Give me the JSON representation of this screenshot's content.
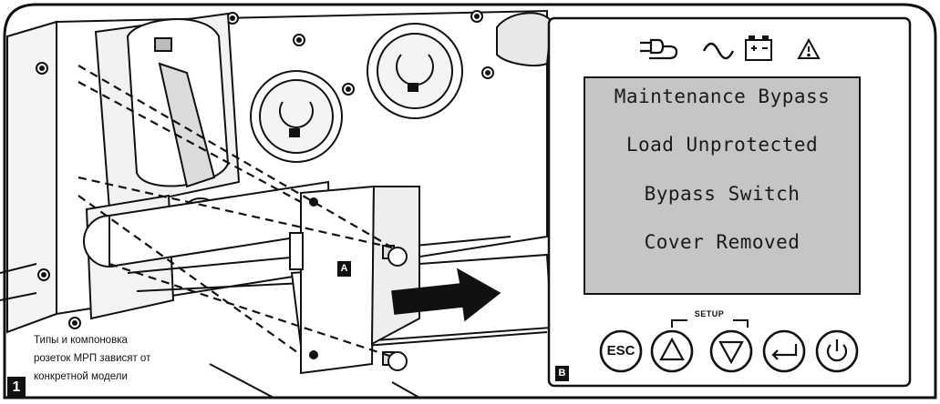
{
  "step_number": "1",
  "callouts": {
    "a": "A",
    "b": "B"
  },
  "note_lines": [
    "Типы и компоновка",
    "розеток МРП зависят от",
    "конкретной модели"
  ],
  "lcd": {
    "lines": [
      "Maintenance Bypass",
      "Load Unprotected",
      "Bypass Switch",
      "Cover Removed"
    ],
    "icons": [
      "plug-icon",
      "ac-wave-icon",
      "battery-icon",
      "warning-icon"
    ]
  },
  "setup_label": "SETUP",
  "buttons": [
    {
      "name": "esc-button",
      "label": "ESC"
    },
    {
      "name": "up-button",
      "icon": "triangle-up-icon"
    },
    {
      "name": "down-button",
      "icon": "triangle-down-icon"
    },
    {
      "name": "enter-button",
      "icon": "enter-icon"
    },
    {
      "name": "power-button",
      "icon": "power-icon"
    }
  ]
}
